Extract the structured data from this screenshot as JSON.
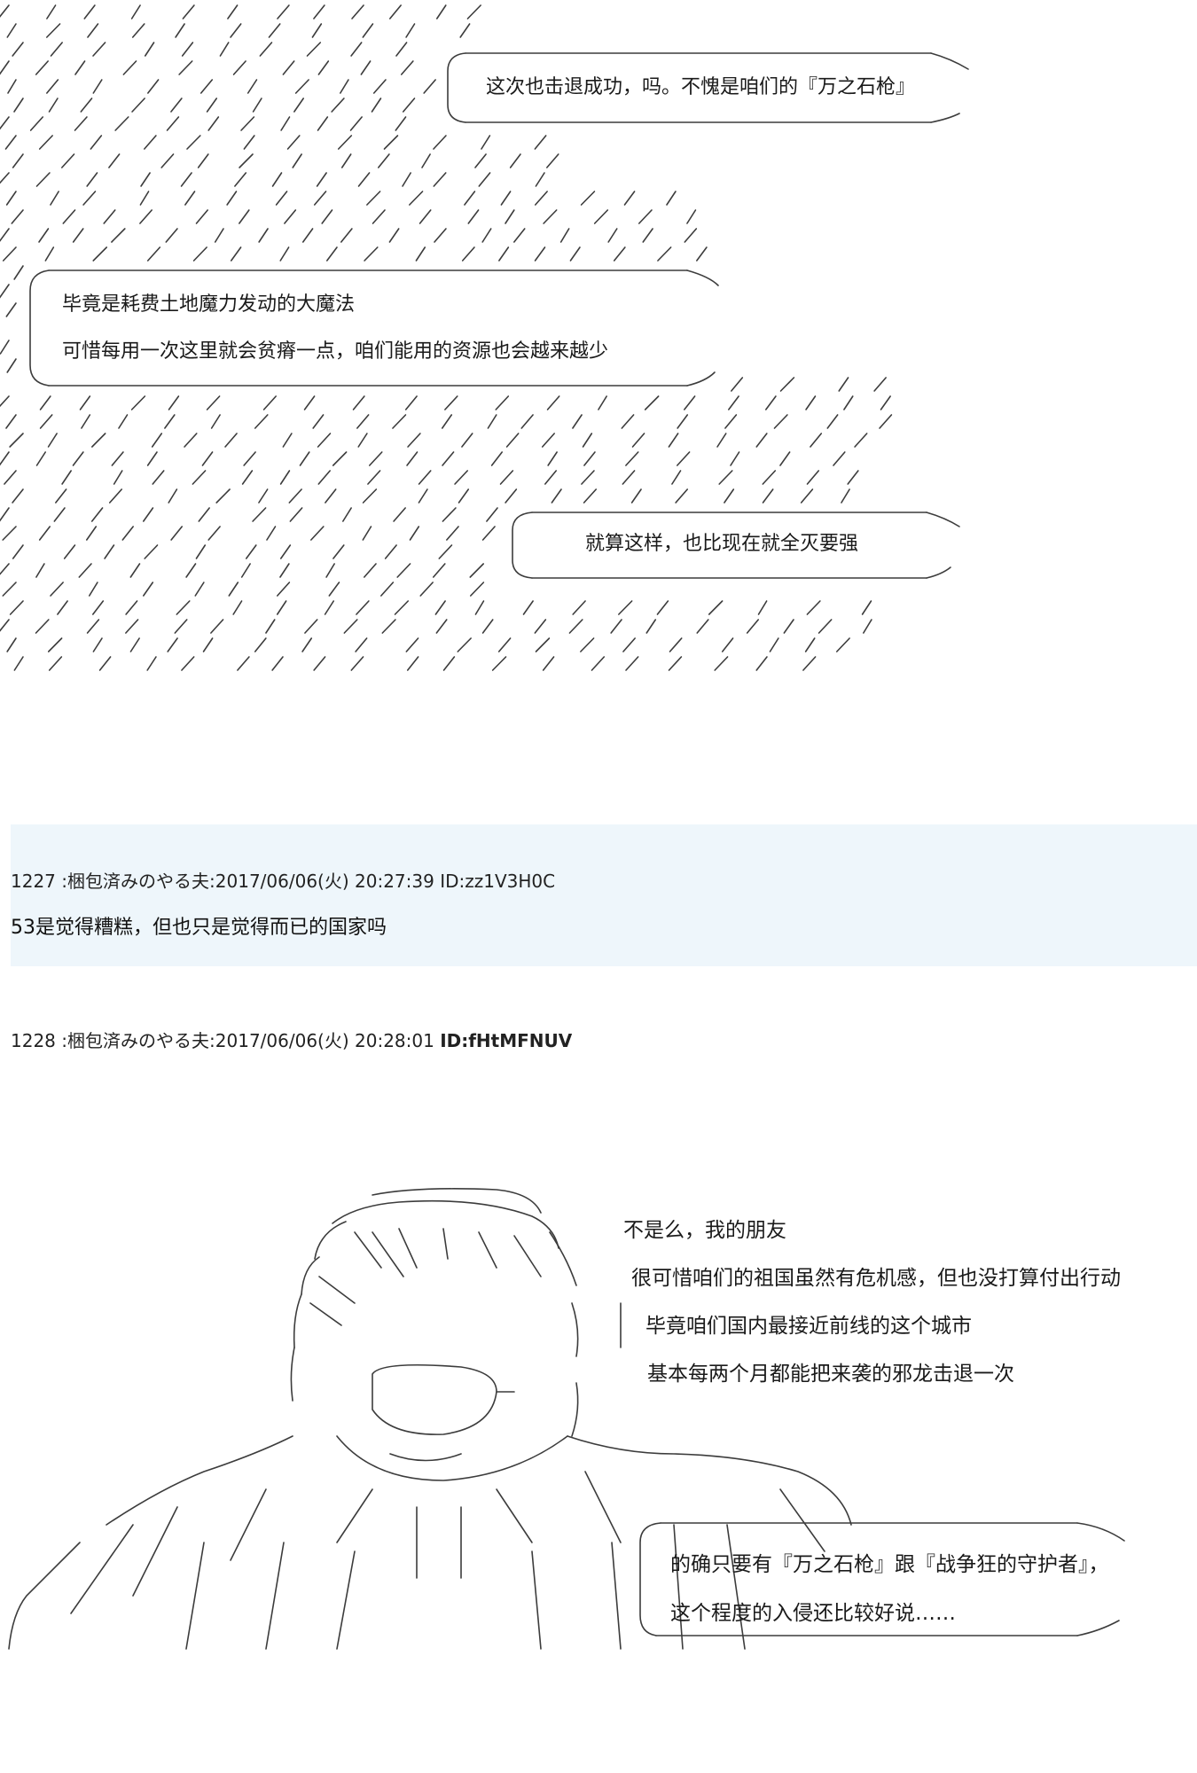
{
  "top_art": {
    "bubble1": {
      "line1": "这次也击退成功，吗。不愧是咱们的『万之石枪』"
    },
    "bubble2": {
      "line1": "毕竟是耗费土地魔力发动的大魔法",
      "line2": "可惜每用一次这里就会贫瘠一点，咱们能用的资源也会越来越少"
    },
    "bubble3": {
      "line1": "就算这样，也比现在就全灭要强"
    }
  },
  "post_1227": {
    "number": "1227",
    "author": "梱包済みのやる夫",
    "datetime": "2017/06/06(火) 20:27:39",
    "id": "ID:zz1V3H0C",
    "body": "53是觉得糟糕，但也只是觉得而已的国家吗"
  },
  "post_1228": {
    "number": "1228",
    "author": "梱包済みのやる夫",
    "datetime": "2017/06/06(火) 20:28:01",
    "id": "ID:fHtMFNUV",
    "lines": [
      "不是么，我的朋友",
      "很可惜咱们的祖国虽然有危机感，但也没打算付出行动",
      "毕竟咱们国内最接近前线的这个城市",
      "基本每两个月都能把来袭的邪龙击退一次"
    ],
    "bubble": {
      "line1": "的确只要有『万之石枪』跟『战争狂的守护者』，",
      "line2": "这个程度的入侵还比较好说……"
    }
  },
  "colors": {
    "post_band": "#eef6fb",
    "text": "#1a1a1a"
  }
}
